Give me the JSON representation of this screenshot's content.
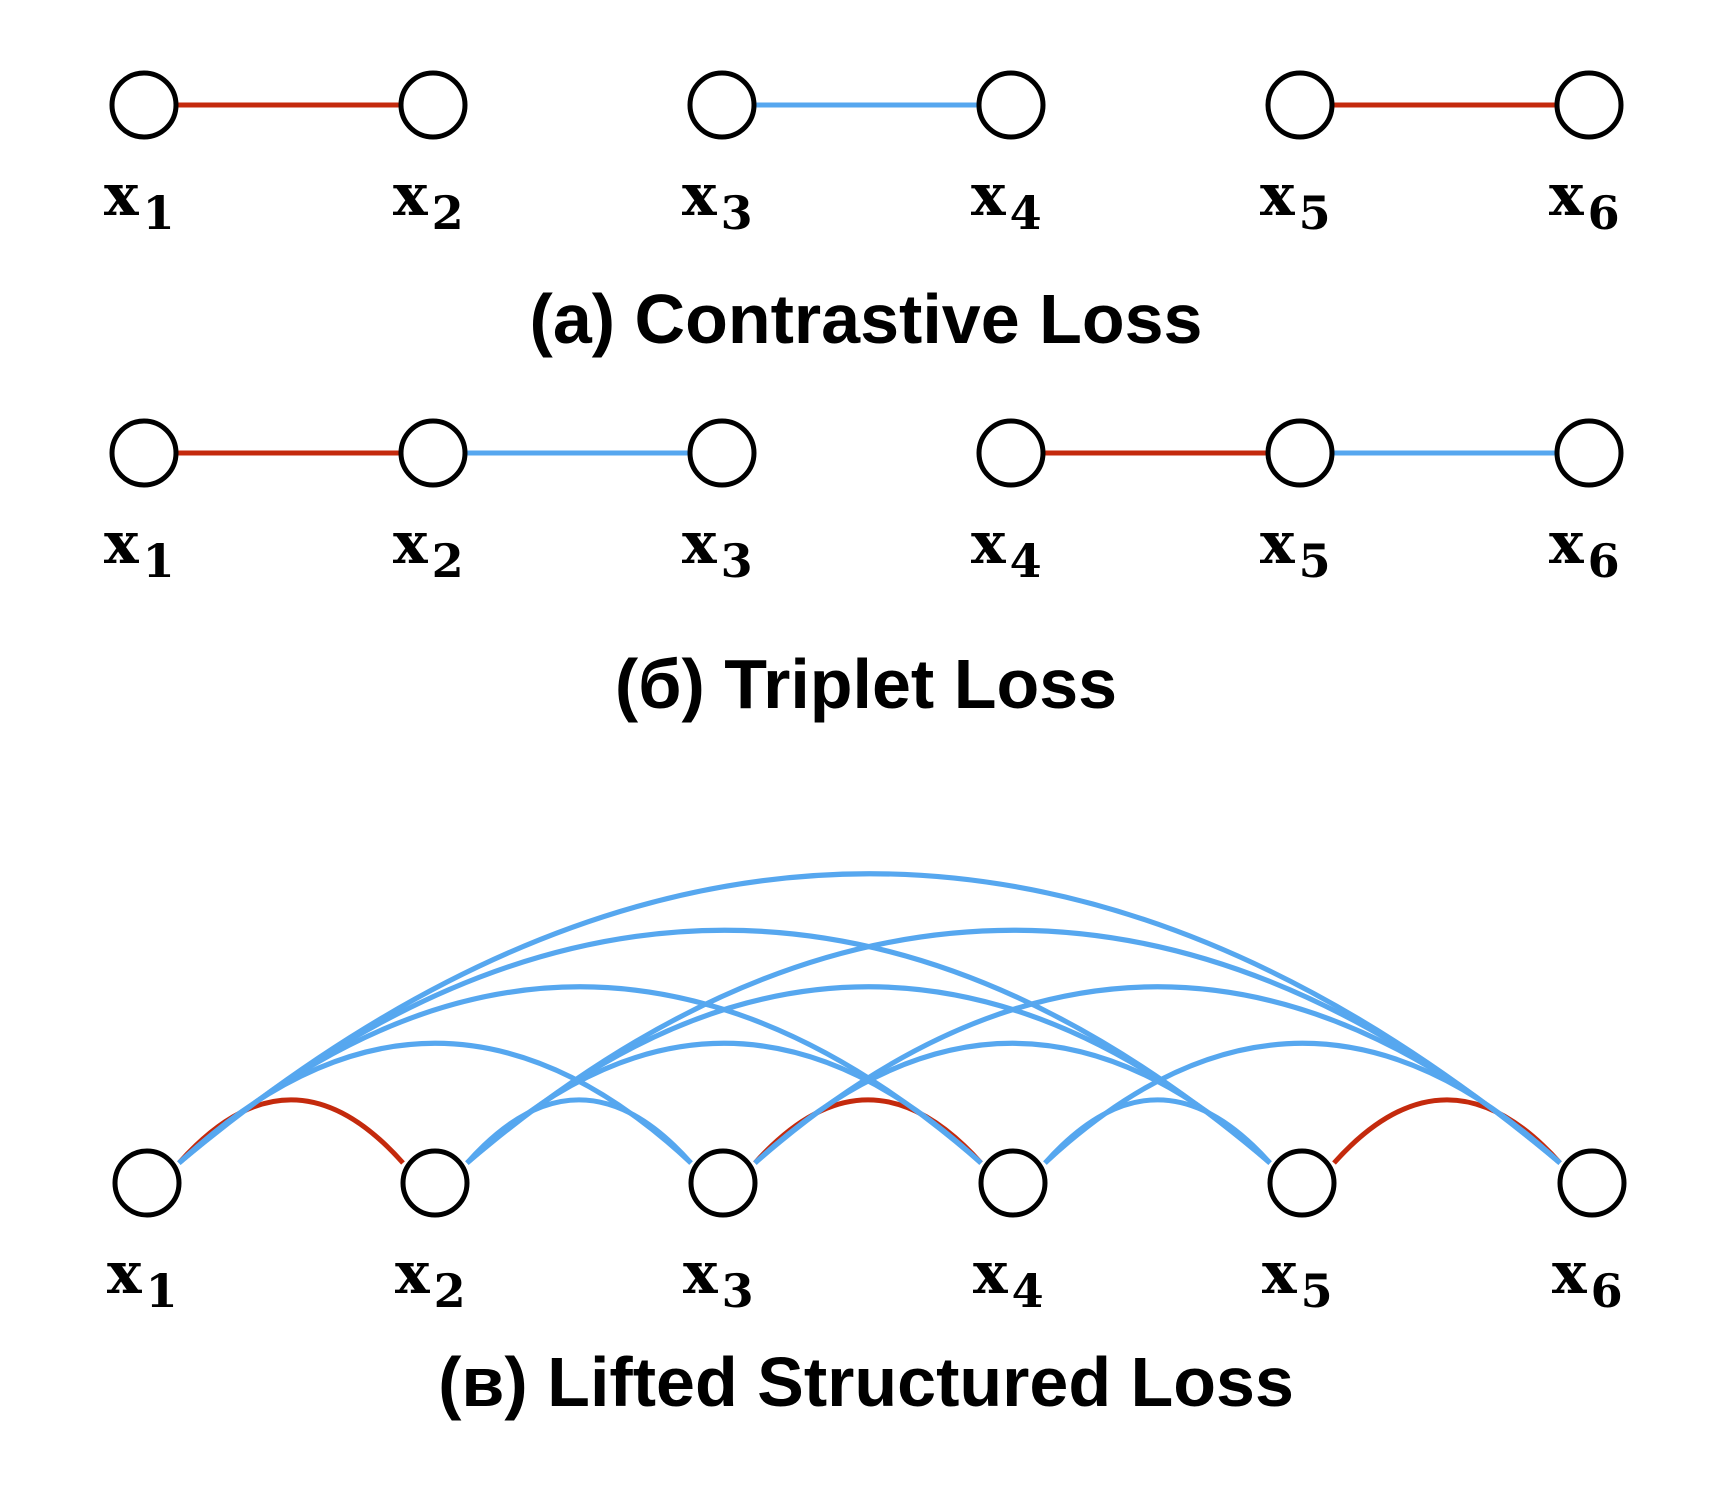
{
  "colors": {
    "positive": "#c42a0d",
    "negative": "#56a7ef",
    "node_stroke": "#000000",
    "node_fill": "#ffffff"
  },
  "panels": [
    {
      "id": "a",
      "caption": "(a) Contrastive Loss",
      "labels": [
        {
          "base": "x",
          "sub": "1"
        },
        {
          "base": "x",
          "sub": "2"
        },
        {
          "base": "x",
          "sub": "3"
        },
        {
          "base": "x",
          "sub": "4"
        },
        {
          "base": "x",
          "sub": "5"
        },
        {
          "base": "x",
          "sub": "6"
        }
      ],
      "edges": [
        {
          "from": 1,
          "to": 2,
          "kind": "positive"
        },
        {
          "from": 3,
          "to": 4,
          "kind": "negative"
        },
        {
          "from": 5,
          "to": 6,
          "kind": "positive"
        }
      ]
    },
    {
      "id": "b",
      "caption": "(б) Triplet Loss",
      "labels": [
        {
          "base": "x",
          "sub": "1"
        },
        {
          "base": "x",
          "sub": "2"
        },
        {
          "base": "x",
          "sub": "3"
        },
        {
          "base": "x",
          "sub": "4"
        },
        {
          "base": "x",
          "sub": "5"
        },
        {
          "base": "x",
          "sub": "6"
        }
      ],
      "edges": [
        {
          "from": 1,
          "to": 2,
          "kind": "positive"
        },
        {
          "from": 2,
          "to": 3,
          "kind": "negative"
        },
        {
          "from": 4,
          "to": 5,
          "kind": "positive"
        },
        {
          "from": 5,
          "to": 6,
          "kind": "negative"
        }
      ]
    },
    {
      "id": "c",
      "caption": "(в) Lifted Structured Loss",
      "labels": [
        {
          "base": "x",
          "sub": "1"
        },
        {
          "base": "x",
          "sub": "2"
        },
        {
          "base": "x",
          "sub": "3"
        },
        {
          "base": "x",
          "sub": "4"
        },
        {
          "base": "x",
          "sub": "5"
        },
        {
          "base": "x",
          "sub": "6"
        }
      ],
      "edges": [
        {
          "from": 1,
          "to": 2,
          "kind": "positive"
        },
        {
          "from": 3,
          "to": 4,
          "kind": "positive"
        },
        {
          "from": 5,
          "to": 6,
          "kind": "positive"
        },
        {
          "from": 1,
          "to": 3,
          "kind": "negative"
        },
        {
          "from": 1,
          "to": 4,
          "kind": "negative"
        },
        {
          "from": 1,
          "to": 5,
          "kind": "negative"
        },
        {
          "from": 1,
          "to": 6,
          "kind": "negative"
        },
        {
          "from": 2,
          "to": 3,
          "kind": "negative"
        },
        {
          "from": 2,
          "to": 4,
          "kind": "negative"
        },
        {
          "from": 2,
          "to": 5,
          "kind": "negative"
        },
        {
          "from": 2,
          "to": 6,
          "kind": "negative"
        },
        {
          "from": 3,
          "to": 5,
          "kind": "negative"
        },
        {
          "from": 3,
          "to": 6,
          "kind": "negative"
        },
        {
          "from": 4,
          "to": 5,
          "kind": "negative"
        },
        {
          "from": 4,
          "to": 6,
          "kind": "negative"
        }
      ]
    }
  ]
}
